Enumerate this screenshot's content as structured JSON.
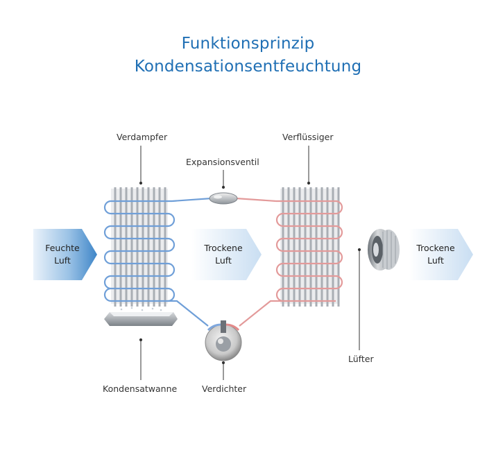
{
  "title": {
    "line1": "Funktionsprinzip",
    "line2": "Kondensationsentfeuchtung"
  },
  "labels": {
    "verdampfer": "Verdampfer",
    "expansionsventil": "Expansionsventil",
    "verfluessiger": "Verflüssiger",
    "kondensatwanne": "Kondensatwanne",
    "verdichter": "Verdichter",
    "luefter": "Lüfter"
  },
  "arrows": {
    "inlet": {
      "line1": "Feuchte",
      "line2": "Luft"
    },
    "middle": {
      "line1": "Trockene",
      "line2": "Luft"
    },
    "outlet": {
      "line1": "Trockene",
      "line2": "Luft"
    }
  },
  "colors": {
    "title": "#1f6fb4",
    "cold_pipe": "#6f9fd8",
    "hot_pipe": "#e39a9a",
    "arrow_dark": "#5b9bd5",
    "arrow_light": "#e9f1f9"
  }
}
